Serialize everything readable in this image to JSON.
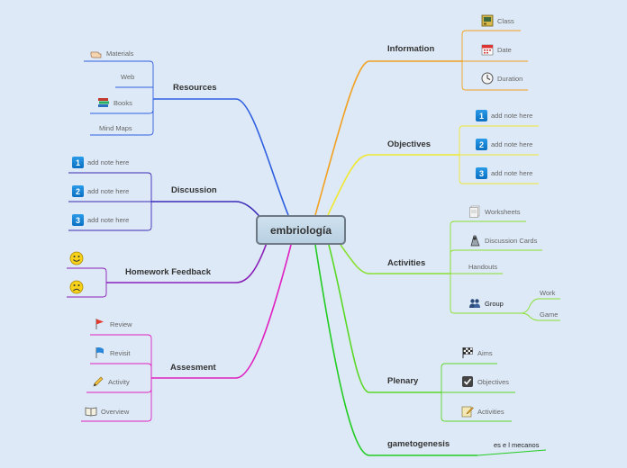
{
  "central": "embriología",
  "branches": {
    "resources": {
      "label": "Resources",
      "items": [
        "Materials",
        "Web",
        "Books",
        "Mind Maps"
      ]
    },
    "discussion": {
      "label": "Discussion",
      "items": [
        "add note here",
        "add note here",
        "add note here"
      ]
    },
    "homework": {
      "label": "Homework Feedback"
    },
    "assessment": {
      "label": "Assesment",
      "items": [
        "Review",
        "Revisit",
        "Activity",
        "Overview"
      ]
    },
    "information": {
      "label": "Information",
      "items": [
        "Class",
        "Date",
        "Duration"
      ]
    },
    "objectives": {
      "label": "Objectives",
      "items": [
        "add note here",
        "add note here",
        "add note here"
      ]
    },
    "activities": {
      "label": "Activities",
      "items": [
        "Worksheets",
        "Discussion Cards",
        "Handouts",
        "Group"
      ],
      "group_items": [
        "Work",
        "Game"
      ]
    },
    "plenary": {
      "label": "Plenary",
      "items": [
        "Aims",
        "Objectives",
        "Activities"
      ]
    },
    "gametogenesis": {
      "label": "gametogenesis",
      "items": [
        "es e l mecanos"
      ]
    }
  },
  "numbers": [
    "1",
    "2",
    "3"
  ],
  "colors": {
    "resources": "#2f5fe0",
    "discussion": "#3a2ab8",
    "homework": "#8a1fb8",
    "assessment": "#e020c0",
    "information": "#f2a020",
    "objectives": "#f0e830",
    "activities": "#88e030",
    "plenary": "#5ad828",
    "gametogenesis": "#22cc22"
  }
}
